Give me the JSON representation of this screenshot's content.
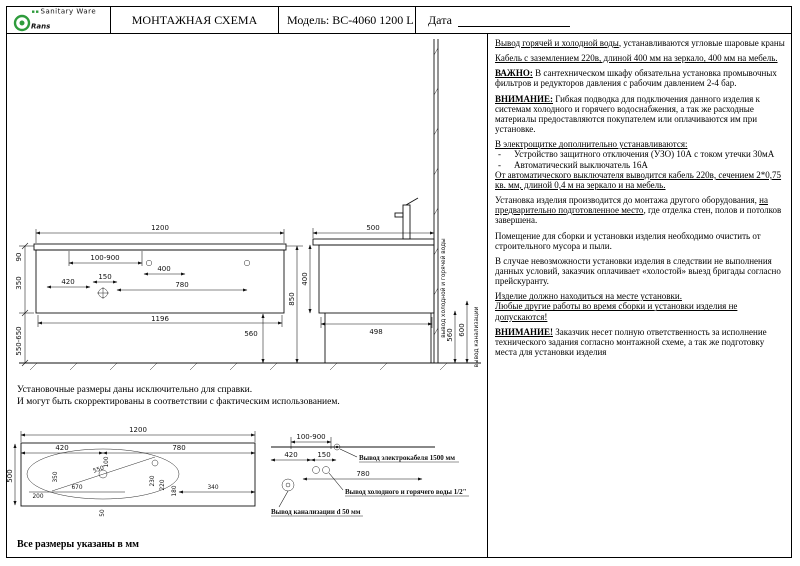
{
  "header": {
    "logo": {
      "brand": "Rans",
      "tagline": "Sanitary Ware"
    },
    "title": "МОНТАЖНАЯ СХЕМА",
    "model": "Модель: BC-4060 1200 L",
    "date_label": "Дата"
  },
  "colors": {
    "brand_green": "#2e9b3c",
    "ink": "#111111"
  },
  "instructions": {
    "p1_lead": "Вывод горячей и холодной воды",
    "p1_rest": ", устанавливаются угловые шаровые краны",
    "p2": "Кабель с заземлением 220в, длиной 400 мм на зеркало, 400 мм на мебель.",
    "p3_lead": "ВАЖНО:",
    "p3_rest": " В сантехническом шкафу обязательна установка промывочных фильтров и редукторов давления с рабочим давлением 2-4 бар.",
    "p4_lead": "ВНИМАНИЕ:",
    "p4_rest": " Гибкая подводка для подключения данного изделия к системам холодного и горячего водоснабжения, а так же расходные материалы предоставляются покупателем или оплачиваются им при установке.",
    "p5": "В электрощитке дополнительно устанавливаются:",
    "bullet": "-",
    "li1": "Устройство защитного отключения (УЗО) 10А с током утечки 30мА",
    "li2": "Автоматический выключатель 16А",
    "p6": "От автоматического выключателя выводится кабель 220в, сечением 2*0,75 кв. мм, длиной 0,4 м на зеркало и на мебель.",
    "p7_a": "Установка изделия производится до монтажа другого оборудования, ",
    "p7_b": "на предварительно подготовленное место",
    "p7_c": ", где отделка стен, полов и потолков завершена.",
    "p8": "Помещение для сборки и установки изделия необходимо очистить от строительного мусора и пыли.",
    "p9": "В случае невозможности установки изделия в следствии не выполнения данных условий, заказчик оплачивает «холостой» выезд бригады согласно прейскуранту.",
    "p10_a": "Изделие должно находиться на месте установки.",
    "p10_b": "Любые другие работы во время сборки и установки изделия не допускаются!",
    "p11_lead": "ВНИМАНИЕ!",
    "p11_rest": " Заказчик несет полную ответственность за исполнение технического задания согласно монтажной схеме, а так же подготовку места для установки изделия"
  },
  "notes": {
    "ref1": "Установочные размеры даны исключительно для справки.",
    "ref2": "И могут быть скорректированы в соответствии с фактическим использованием.",
    "units": "Все размеры указаны в мм"
  },
  "front_view": {
    "w": "1200",
    "h_top": "90",
    "h_cab": "350",
    "h_legs": "550-650",
    "h_total": "850",
    "range": "100-900",
    "d400": "400",
    "d420": "420",
    "d150": "150",
    "d780": "780",
    "inner": "1196",
    "d560": "560"
  },
  "side_view": {
    "w": "500",
    "h": "400",
    "w_bottom": "498",
    "h600": "600",
    "h560": "560",
    "label_water": "вывод холодной и горячей воды",
    "label_sewer": "вывод канализации"
  },
  "top_view": {
    "w": "1200",
    "h": "500",
    "d420": "420",
    "d780": "780",
    "d100": "100",
    "d550": "550",
    "d350": "350",
    "d670": "670",
    "d200": "200",
    "d230": "230",
    "d220": "220",
    "d180": "180",
    "d340": "340",
    "d50": "50"
  },
  "outlet_view": {
    "range": "100-900",
    "d420": "420",
    "d150": "150",
    "d780": "780",
    "label_cable": "Вывод электрокабеля 1500 мм",
    "label_water": "Вывод холодного и горячего воды 1/2\"",
    "label_sewer": "Вывод канализации d 50 мм"
  }
}
